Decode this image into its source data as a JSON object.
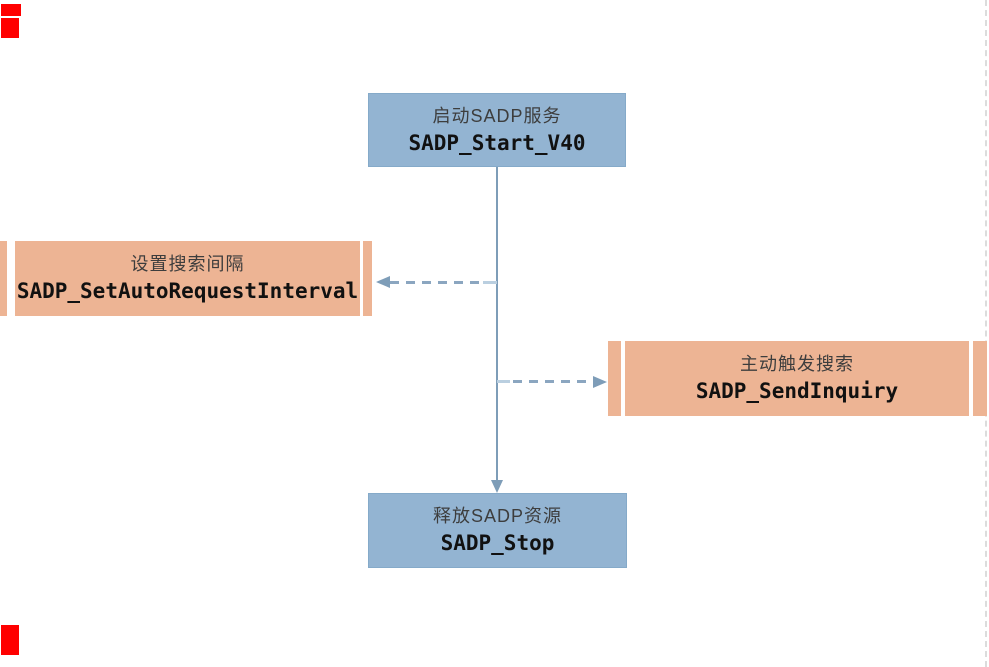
{
  "diagram": {
    "nodes": {
      "start": {
        "title": "启动SADP服务",
        "api": "SADP_Start_V40"
      },
      "set_interval": {
        "title": "设置搜索间隔",
        "api": "SADP_SetAutoRequestInterval"
      },
      "send_inquiry": {
        "title": "主动触发搜索",
        "api": "SADP_SendInquiry"
      },
      "stop": {
        "title": "释放SADP资源",
        "api": "SADP_Stop"
      }
    },
    "edges": [
      {
        "from": "start",
        "to": "stop",
        "style": "solid-arrow"
      },
      {
        "from": "main-line",
        "to": "set_interval",
        "style": "dashed-arrow"
      },
      {
        "from": "main-line",
        "to": "send_inquiry",
        "style": "dashed-arrow"
      }
    ],
    "colors": {
      "process_fill": "#93b4d2",
      "process_border": "#85aac9",
      "subroutine_fill": "#edb494",
      "connector": "#7e9db8",
      "connector_light": "#bacfe0",
      "boundary_guide": "#dcdcdc",
      "marker_red": "#ff0000",
      "title_text": "#3d3d3d",
      "api_text": "#111111"
    }
  }
}
